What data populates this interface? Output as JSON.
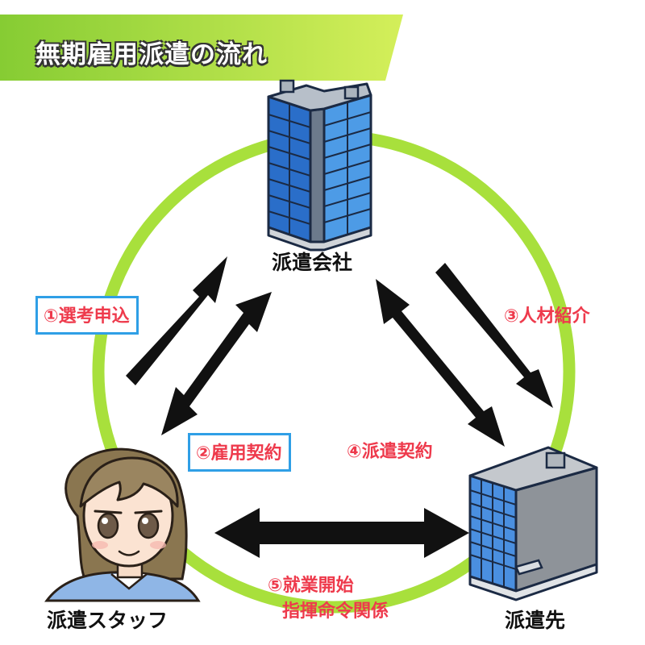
{
  "title": "無期雇用派遣の流れ",
  "colors": {
    "banner_green": "#8fd13a",
    "circle_green": "#a8e03c",
    "arrow": "#111111",
    "flow_text": "#ee3a4c",
    "box_border": "#2f9fe6"
  },
  "nodes": {
    "agency": {
      "label": "派遣会社",
      "icon": "office-tower-icon"
    },
    "client": {
      "label": "派遣先",
      "icon": "office-building-icon"
    },
    "staff": {
      "label": "派遣スタッフ",
      "icon": "staff-person-icon"
    }
  },
  "flows": [
    {
      "label": "①選考申込",
      "from": "staff",
      "to": "agency",
      "direction": "one-way",
      "boxed": true
    },
    {
      "label": "②雇用契約",
      "from": "agency",
      "to": "staff",
      "direction": "two-way",
      "boxed": true
    },
    {
      "label": "③人材紹介",
      "from": "agency",
      "to": "client",
      "direction": "one-way",
      "boxed": false
    },
    {
      "label": "④派遣契約",
      "from": "agency",
      "to": "client",
      "direction": "two-way",
      "boxed": false
    },
    {
      "label": "⑤就業開始",
      "line2": "指揮命令関係",
      "from": "staff",
      "to": "client",
      "direction": "two-way",
      "boxed": false
    }
  ]
}
